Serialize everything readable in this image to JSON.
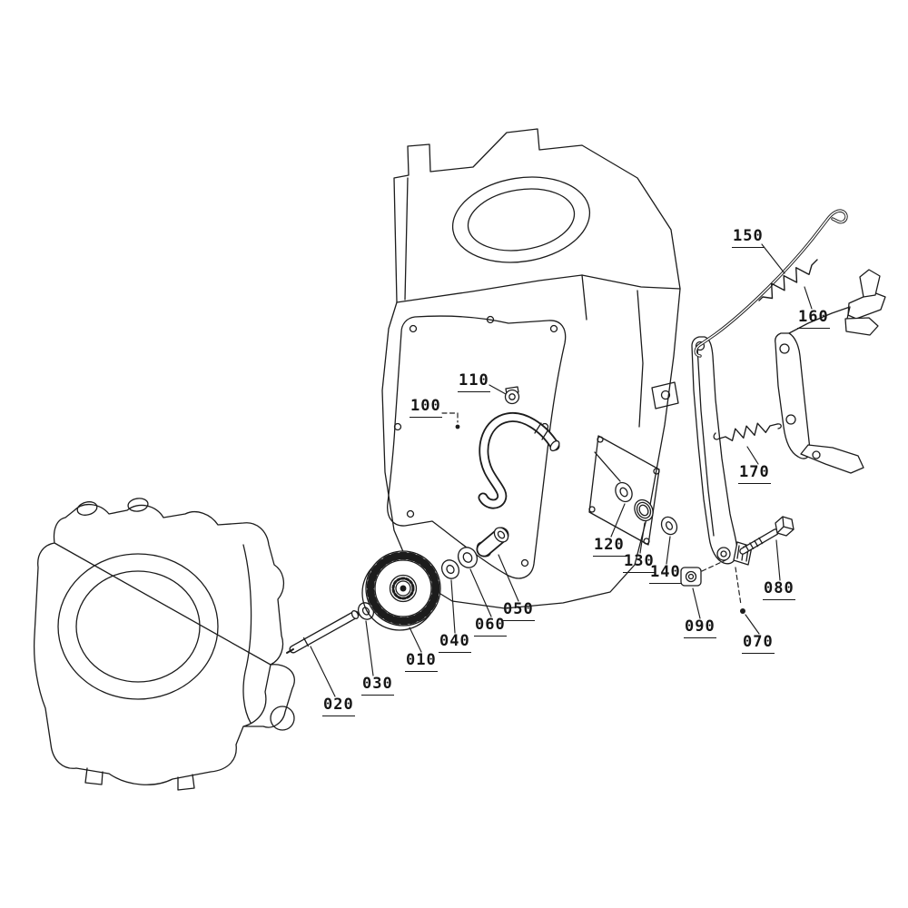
{
  "diagram": {
    "figure_type": "exploded-parts-diagram",
    "description": "Engine governor, gear and transmission housing exploded view with numbered callouts",
    "background": "#ffffff",
    "line_color": "#1c1c1c",
    "labels": {
      "l010": {
        "text": "010"
      },
      "l020": {
        "text": "020"
      },
      "l030": {
        "text": "030"
      },
      "l040": {
        "text": "040"
      },
      "l050": {
        "text": "050"
      },
      "l060": {
        "text": "060"
      },
      "l070": {
        "text": "070"
      },
      "l080": {
        "text": "080"
      },
      "l090": {
        "text": "090"
      },
      "l100": {
        "text": "100"
      },
      "l110": {
        "text": "110"
      },
      "l120": {
        "text": "120"
      },
      "l130": {
        "text": "130"
      },
      "l140": {
        "text": "140"
      },
      "l150": {
        "text": "150"
      },
      "l160": {
        "text": "160"
      },
      "l170": {
        "text": "170"
      }
    }
  }
}
